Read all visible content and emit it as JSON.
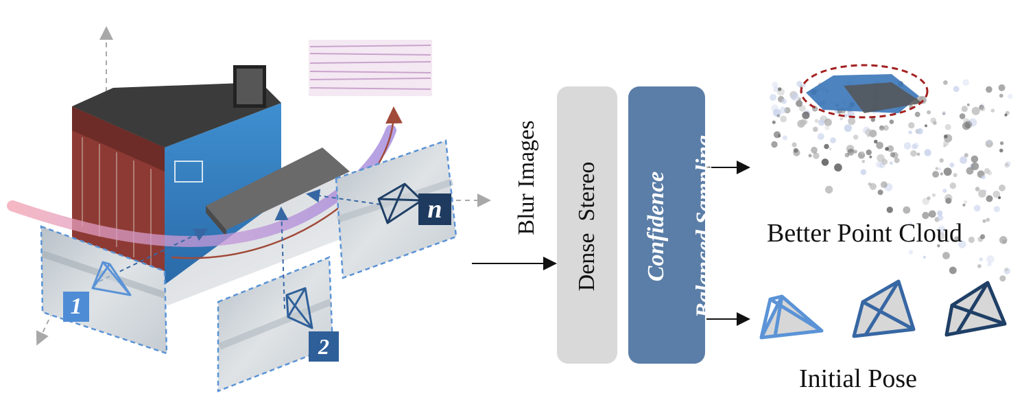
{
  "colors": {
    "blue_light": "#5b93d6",
    "blue_mid": "#3767a3",
    "blue_dark": "#1f3f66",
    "badge_1": "#4f8cd6",
    "badge_2": "#2f5f99",
    "badge_n": "#1e3a5f",
    "dense_stereo_box": "#d9d9d9",
    "sampling_box": "#5b7ea8",
    "ellipse_red": "#a32020",
    "axis_gray": "#9a9a9a"
  },
  "camera_badges": {
    "first": "1",
    "second": "2",
    "last": "n"
  },
  "input_label": "Blur Images",
  "modules": {
    "dense_stereo": "Dense  Stereo",
    "sampling_line1": "Confidence",
    "sampling_line2": "Balanced Sampling"
  },
  "outputs": {
    "point_cloud": "Better Point Cloud",
    "initial_pose": "Initial Pose"
  }
}
